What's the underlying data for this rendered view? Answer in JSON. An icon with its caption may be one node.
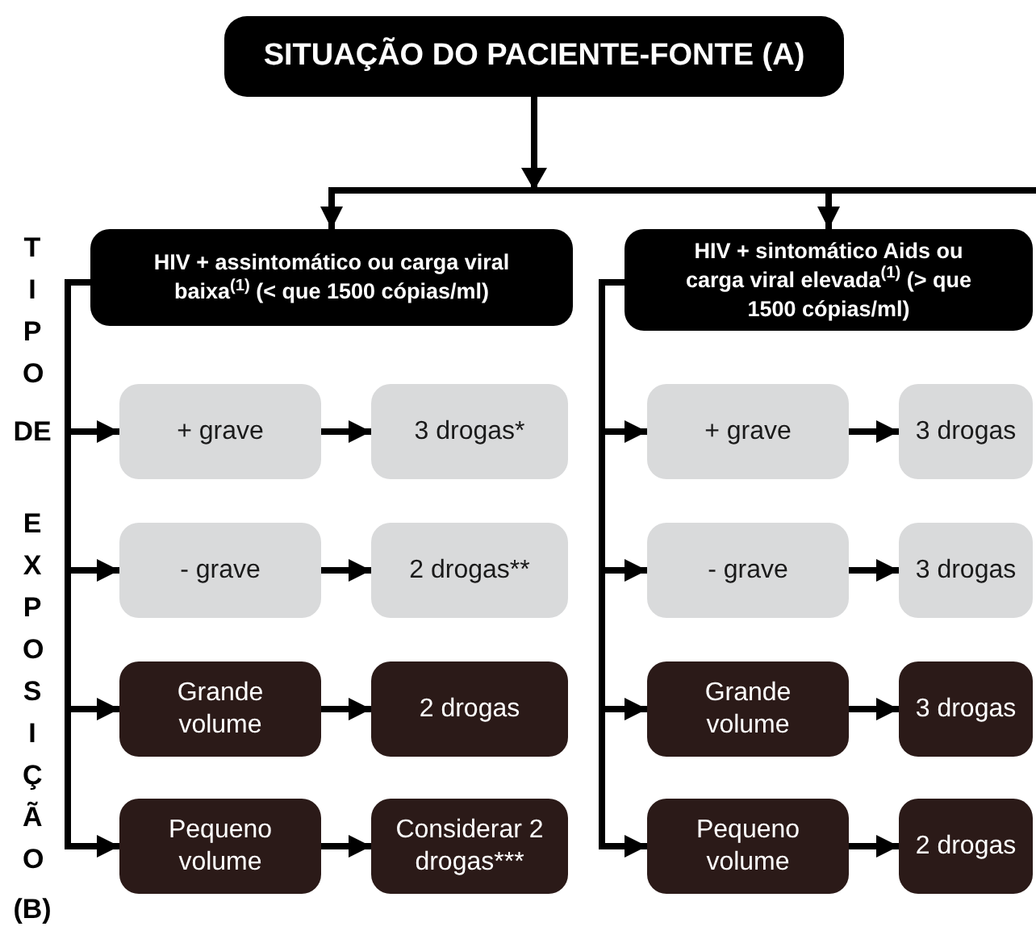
{
  "diagram": {
    "nodes": [
      {
        "text": [
          "SITUAÇÃO DO PACIENTE-FONTE (A)"
        ]
      },
      {
        "text": [
          "HIV + assintomático ou carga viral baixa$^{(1)}$ (< que 1500 cópias/ml)"
        ]
      },
      {
        "text": [
          "HIV + sintomático Aids ou carga viral elevada$^{(1)}$ (> que 1500 cópias/ml)"
        ]
      },
      {
        "text": [
          "+ grave"
        ]
      },
      {
        "text": [
          "3 drogas*"
        ]
      },
      {
        "text": [
          "- grave"
        ]
      },
      {
        "text": [
          "2 drogas**"
        ]
      },
      {
        "text": [
          "Grande volume"
        ]
      },
      {
        "text": [
          "2 drogas"
        ]
      },
      {
        "text": [
          "Pequeno volume"
        ]
      },
      {
        "text": [
          "Considerar 2 drogas***"
        ]
      },
      {
        "text": [
          "+ grave"
        ]
      },
      {
        "text": [
          "3 drogas"
        ]
      },
      {
        "text": [
          "- grave"
        ]
      },
      {
        "text": [
          "3 drogas"
        ]
      },
      {
        "text": [
          "Grande volume"
        ]
      },
      {
        "text": [
          "3 drogas"
        ]
      },
      {
        "text": [
          "Pequeno volume"
        ]
      },
      {
        "text": [
          "2 drogas"
        ]
      }
    ],
    "edges": [
      {
        "from": 0,
        "to": 1,
        "arrow": "to"
      },
      {
        "from": 0,
        "to": 2,
        "arrow": "to"
      },
      {
        "from": 1,
        "to": 3,
        "arrow": "to"
      },
      {
        "from": 1,
        "to": 5,
        "arrow": "to"
      },
      {
        "from": 1,
        "to": 7,
        "arrow": "to"
      },
      {
        "from": 1,
        "to": 9,
        "arrow": "to"
      },
      {
        "from": 3,
        "to": 4,
        "arrow": "to"
      },
      {
        "from": 5,
        "to": 6,
        "arrow": "to"
      },
      {
        "from": 7,
        "to": 8,
        "arrow": "to"
      },
      {
        "from": 9,
        "to": 10,
        "arrow": "to"
      },
      {
        "from": 2,
        "to": 11,
        "arrow": "to"
      },
      {
        "from": 2,
        "to": 13,
        "arrow": "to"
      },
      {
        "from": 2,
        "to": 15,
        "arrow": "to"
      },
      {
        "from": 2,
        "to": 17,
        "arrow": "to"
      },
      {
        "from": 11,
        "to": 12,
        "arrow": "to"
      },
      {
        "from": 13,
        "to": 14,
        "arrow": "to"
      },
      {
        "from": 15,
        "to": 16,
        "arrow": "to"
      },
      {
        "from": 17,
        "to": 18,
        "arrow": "to"
      }
    ],
    "labels": [
      "TIPO",
      "DE",
      "EXPOSIÇÃO",
      "(B)"
    ]
  }
}
